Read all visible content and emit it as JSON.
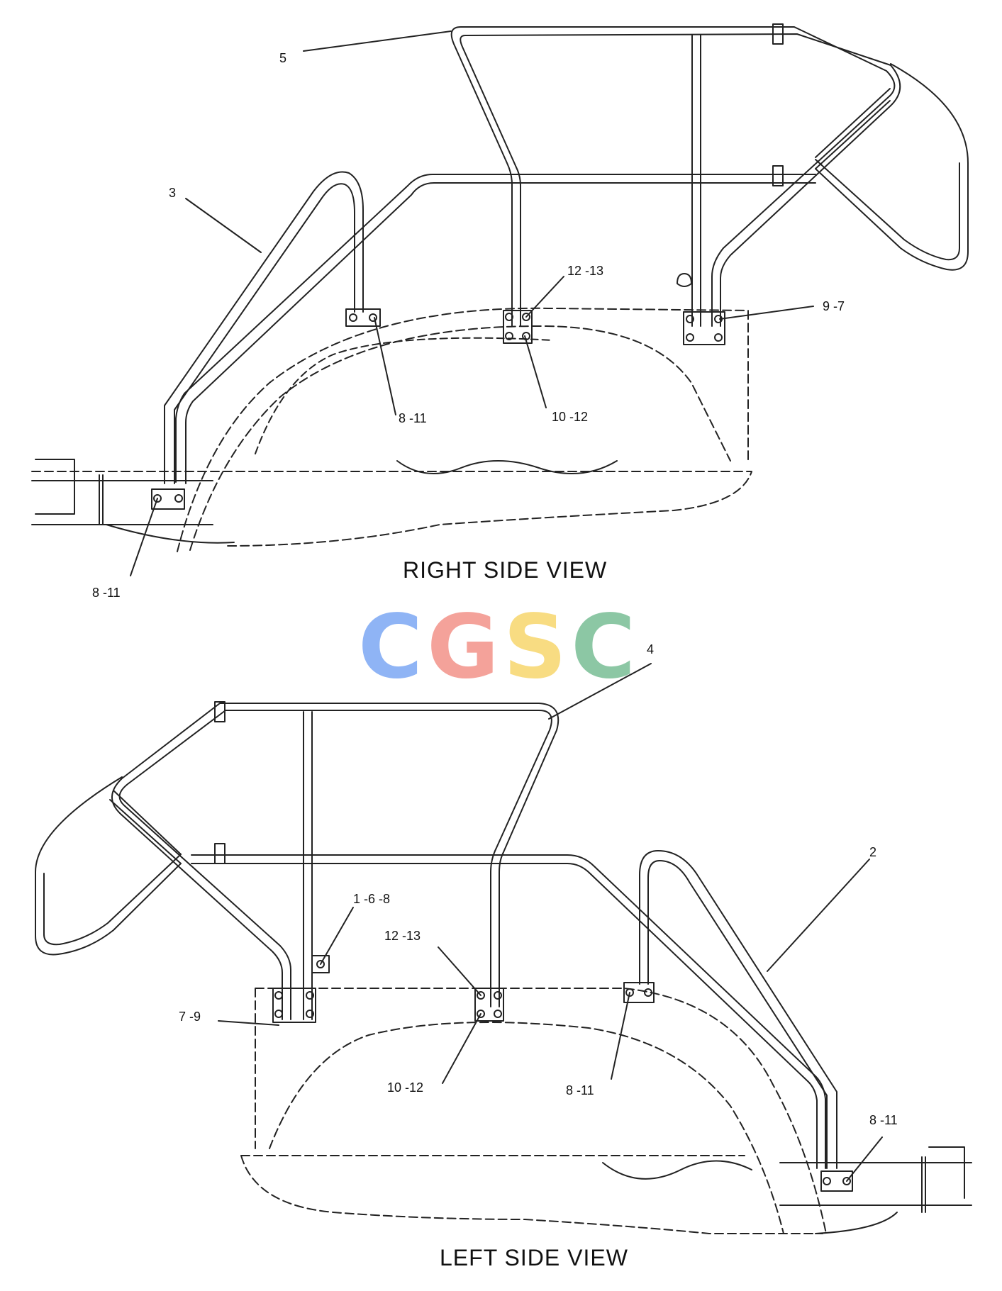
{
  "views": {
    "right": {
      "title": "RIGHT SIDE VIEW",
      "callouts": [
        "5",
        "3",
        "12 -13",
        "9 -7",
        "8 -11",
        "10 -12",
        "8 -11"
      ]
    },
    "left": {
      "title": "LEFT SIDE VIEW",
      "callouts": [
        "4",
        "2",
        "1 -6 -8",
        "12 -13",
        "7 -9",
        "10 -12",
        "8 -11",
        "8 -11"
      ]
    }
  },
  "watermark": {
    "letters": [
      "C",
      "G",
      "S",
      "C"
    ],
    "colors": [
      "#8fb4f5",
      "#f4a29a",
      "#f8dc82",
      "#8cc7a4"
    ]
  },
  "colors": {
    "line": "#222222",
    "background": "#ffffff"
  }
}
